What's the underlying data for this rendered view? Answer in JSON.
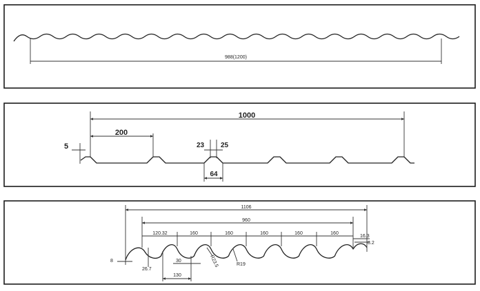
{
  "panel1": {
    "width_label": "988(1200)"
  },
  "panel2": {
    "overall_label": "1000",
    "pitch_label": "200",
    "height_label": "5",
    "top_width_label": "23",
    "top_flat_label": "25",
    "bottom_label": "64"
  },
  "panel3": {
    "overall_label": "1106",
    "cover_label": "960",
    "first_pitch_label": "120.32",
    "pitch_labels": [
      "160",
      "160",
      "160",
      "160",
      "160"
    ],
    "edge_label": "16.3",
    "edge_height_label": "8.2",
    "left_height_label": "8",
    "depth_label": "26.7",
    "gap_label": "30",
    "wave_label": "130",
    "radius_label_1": "R23.5",
    "radius_label_2": "R19"
  }
}
